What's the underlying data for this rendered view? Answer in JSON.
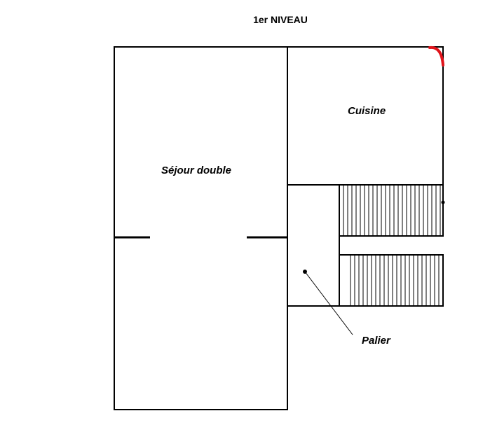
{
  "plan": {
    "title": "1er NIVEAU",
    "rooms": {
      "sejour": "Séjour double",
      "cuisine": "Cuisine",
      "palier": "Palier"
    }
  },
  "colors": {
    "wall": "#000000",
    "accent_mark": "#e0131a",
    "background": "#ffffff"
  }
}
